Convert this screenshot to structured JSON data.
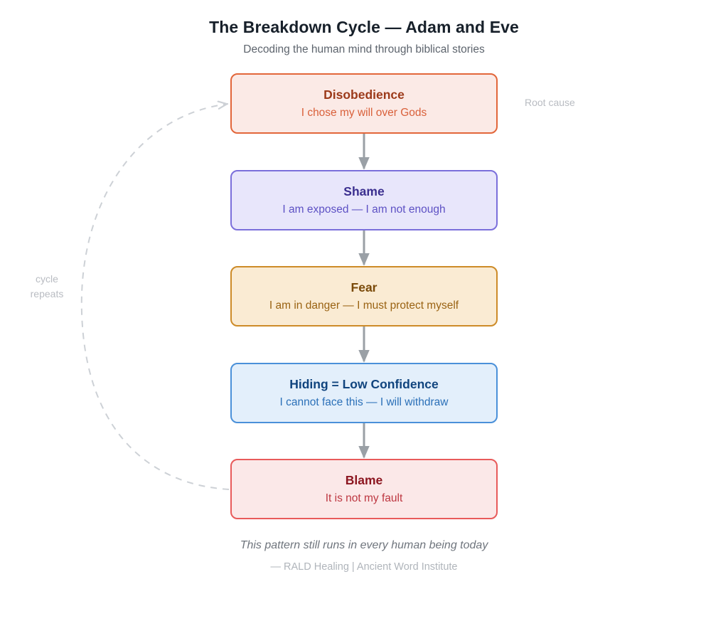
{
  "header": {
    "title": "The Breakdown Cycle — Adam and Eve",
    "subtitle": "Decoding the human mind through biblical stories"
  },
  "annotations": {
    "root_cause": "Root cause",
    "cycle_repeats_line1": "cycle",
    "cycle_repeats_line2": "repeats"
  },
  "nodes": [
    {
      "id": "disobedience",
      "title": "Disobedience",
      "subtitle": "I chose my will over Gods",
      "fill": "#fbeae6",
      "border": "#e2663a",
      "title_color": "#9c3a1a",
      "subtitle_color": "#d9603a"
    },
    {
      "id": "shame",
      "title": "Shame",
      "subtitle": "I am exposed — I am not enough",
      "fill": "#e8e6fb",
      "border": "#7b6fdb",
      "title_color": "#3b2f8f",
      "subtitle_color": "#5d51c4"
    },
    {
      "id": "fear",
      "title": "Fear",
      "subtitle": "I am in danger — I must protect myself",
      "fill": "#faebd3",
      "border": "#cd8b28",
      "title_color": "#7a4a09",
      "subtitle_color": "#9a6313"
    },
    {
      "id": "hiding-low-confidence",
      "title": "Hiding = Low Confidence",
      "subtitle": "I cannot face this — I will withdraw",
      "fill": "#e3effb",
      "border": "#4a90d9",
      "title_color": "#10447e",
      "subtitle_color": "#2b70b8"
    },
    {
      "id": "blame",
      "title": "Blame",
      "subtitle": "It is not my fault",
      "fill": "#fbe8e8",
      "border": "#e85a5a",
      "title_color": "#8c1620",
      "subtitle_color": "#bd3741"
    }
  ],
  "connectors": {
    "arrow_color": "#9aa0a6",
    "cycle_arrow_color": "#cdd1d6",
    "cycle_arrow_style": "dashed"
  },
  "footer": {
    "statement": "This pattern still runs in every human being today",
    "credit": "— RALD Healing | Ancient Word Institute"
  }
}
